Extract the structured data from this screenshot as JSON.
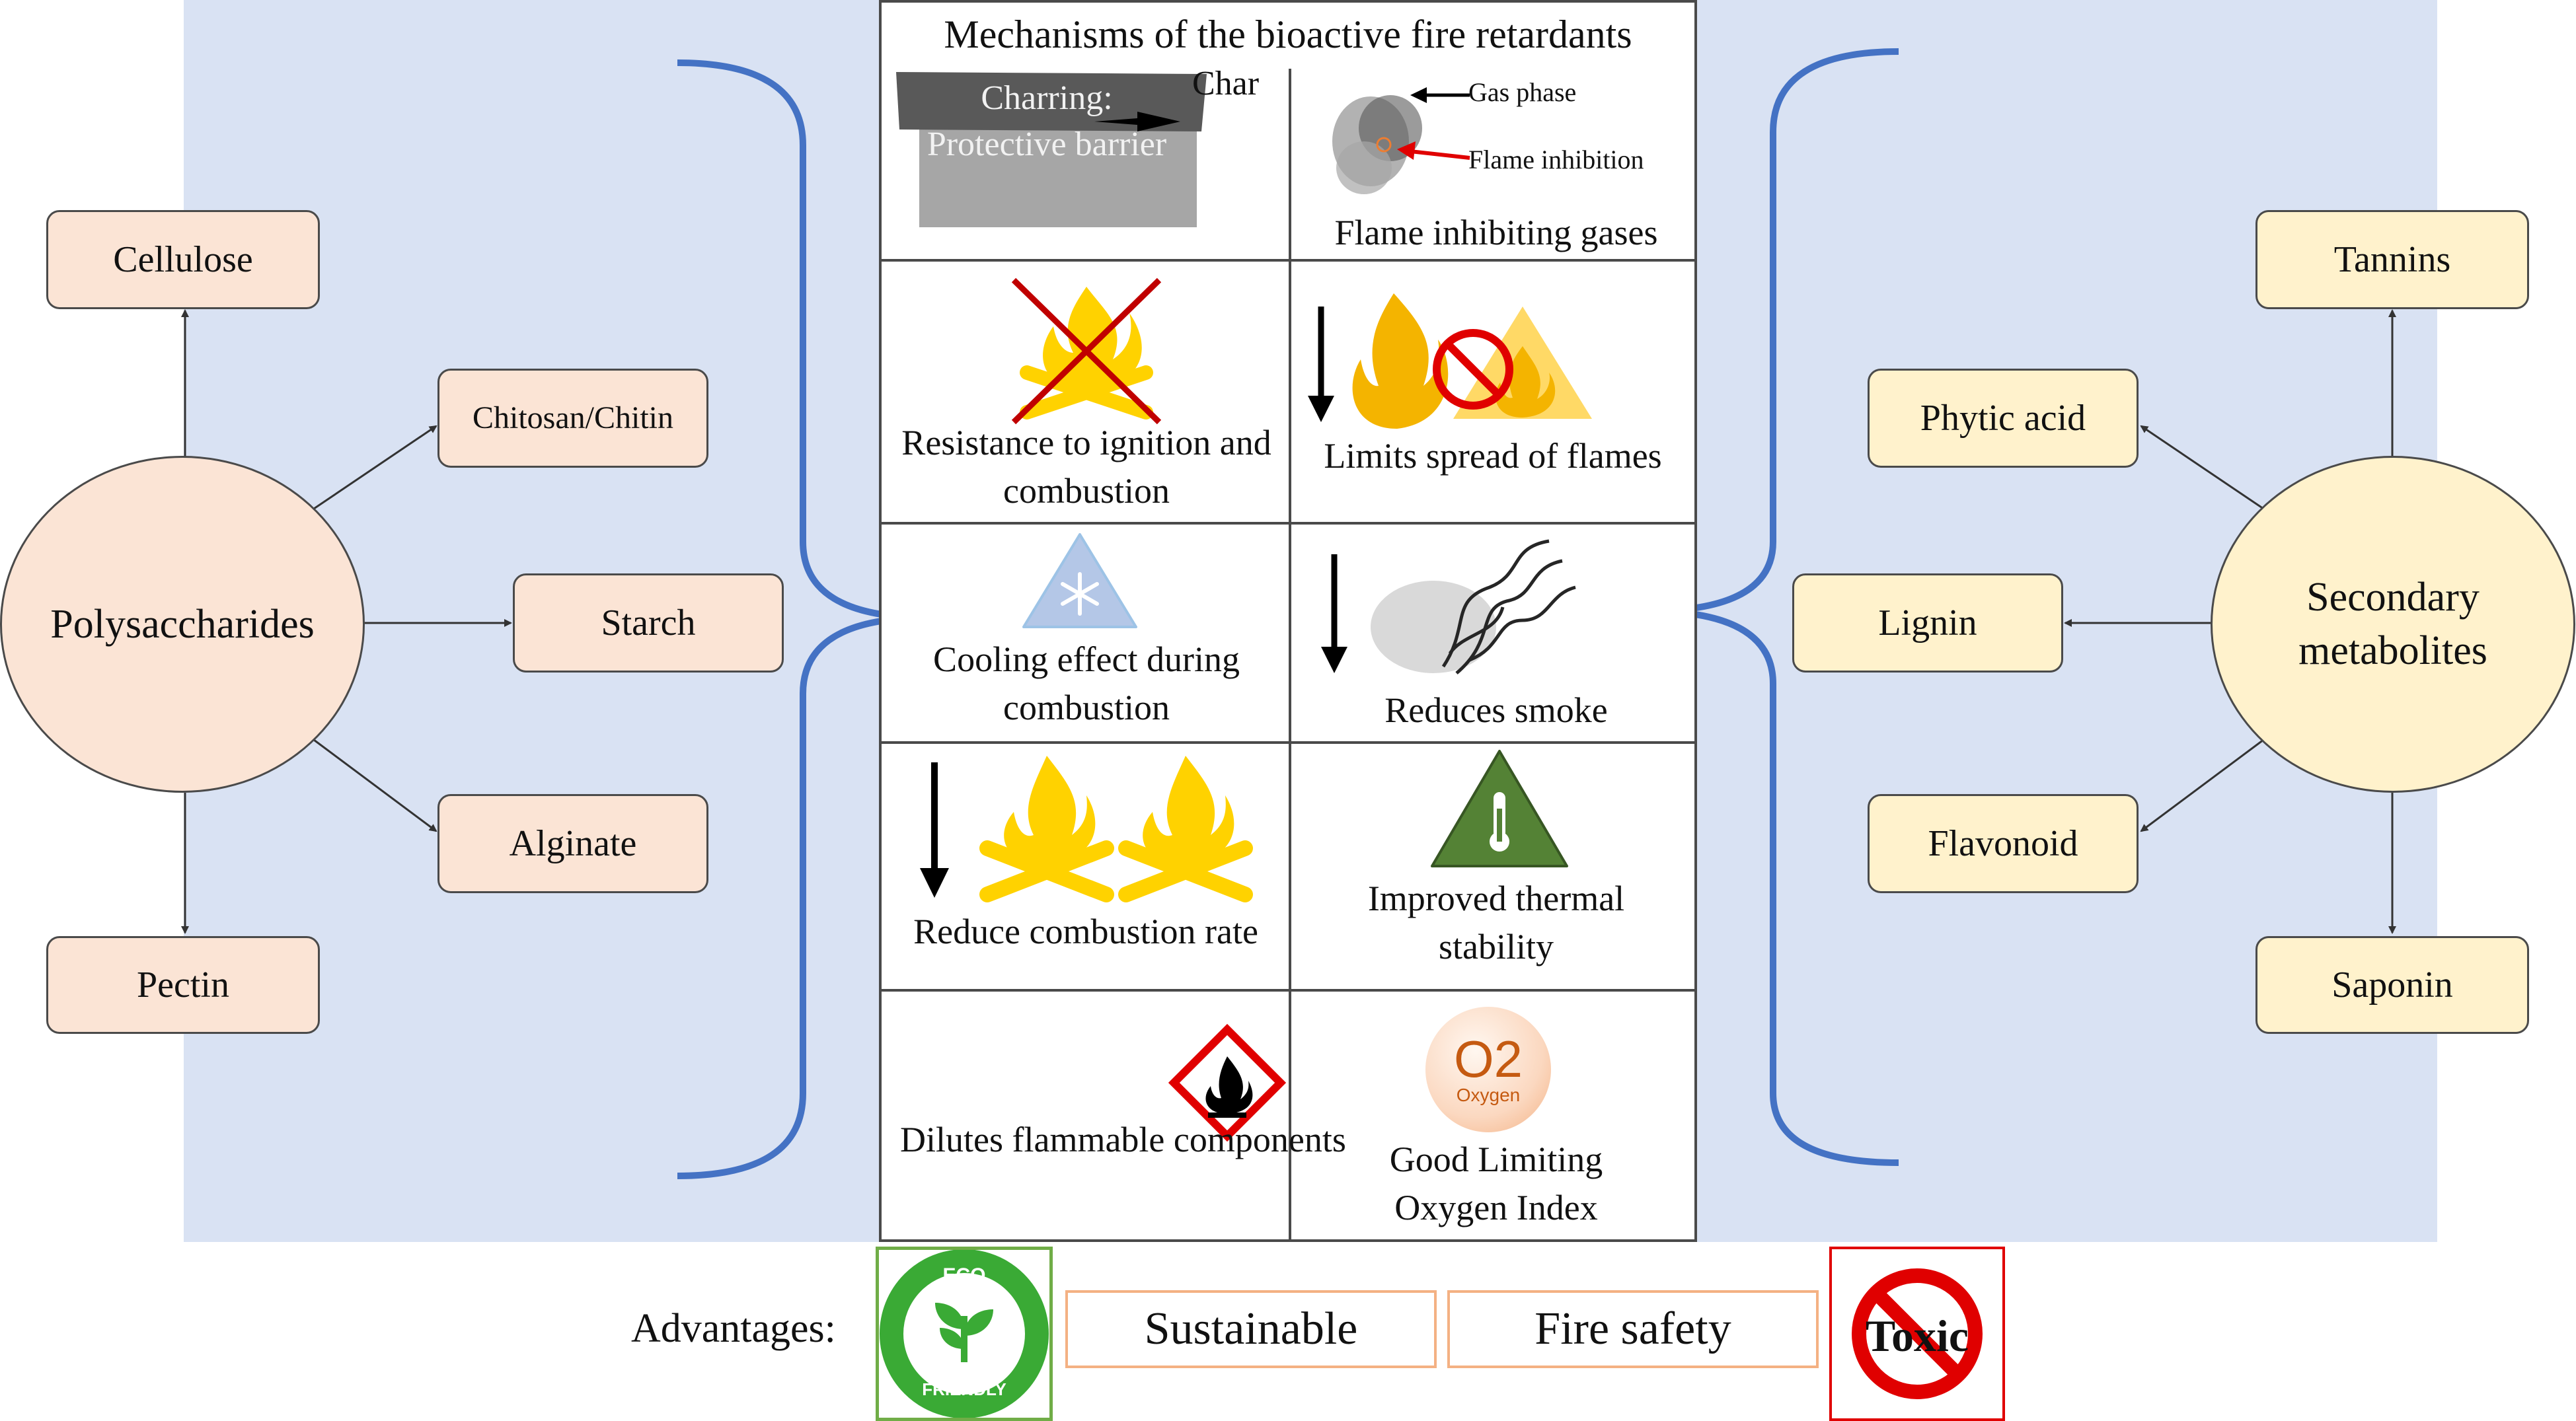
{
  "title": "Mechanisms of the bioactive fire retardants",
  "polysaccharides": {
    "hub": "Polysaccharides",
    "items": [
      "Cellulose",
      "Chitosan/Chitin",
      "Starch",
      "Alginate",
      "Pectin"
    ]
  },
  "secondary": {
    "hub": "Secondary metabolites",
    "items": [
      "Tannins",
      "Phytic acid",
      "Lignin",
      "Flavonoid",
      "Saponin"
    ]
  },
  "mechanisms": {
    "charring": "Charring: Protective barrier",
    "char": "Char",
    "gas_phase": "Gas phase",
    "flame_inhibition": "Flame inhibition",
    "flame_gases": "Flame inhibiting gases",
    "ignition": "Resistance to ignition and combustion",
    "spread": "Limits spread of flames",
    "cooling": "Cooling effect during combustion",
    "smoke": "Reduces smoke",
    "combustion_rate": "Reduce combustion rate",
    "thermal": "Improved thermal stability",
    "dilutes": "Dilutes flammable components",
    "loi": "Good Limiting Oxygen Index",
    "oxygen_symbol": "O2",
    "oxygen_word": "Oxygen"
  },
  "advantages": {
    "label": "Advantages:",
    "eco_top": "ECO",
    "eco_bottom": "FRIENDLY",
    "sustainable": "Sustainable",
    "fire_safety": "Fire safety",
    "toxic": "Toxic"
  },
  "colors": {
    "panel": "#d9e2f3",
    "brace": "#4472c4",
    "poly_fill": "#fbe4d5",
    "sec_fill": "#fff2cc",
    "flame": "#ffd200",
    "cross": "#c00000",
    "thermal_triangle": "#548235",
    "eco_green": "#3aaa35"
  },
  "icons": [
    "charring-icon",
    "smoke-cloud-icon",
    "crossed-fire-icon",
    "no-flame-icon",
    "snowflake-icon",
    "smoke-icon",
    "campfire-icon",
    "thermometer-icon",
    "flammable-hazard-icon",
    "oxygen-icon",
    "eco-friendly-icon",
    "no-toxic-icon"
  ]
}
